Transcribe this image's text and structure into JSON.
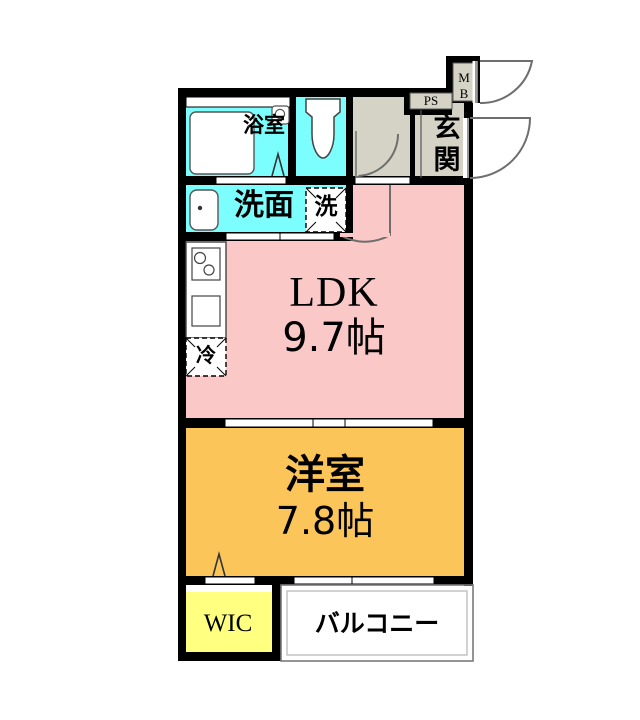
{
  "plan": {
    "type": "japanese-floor-plan",
    "title": "1LDK apartment floor plan",
    "colors": {
      "wall": "#000000",
      "ldk_fill": "#FBC8C8",
      "bedroom_fill": "#FBC559",
      "wet_area_fill": "#7DFEFE",
      "entrance_fill": "#D5D3C5",
      "wic_fill": "#FFFF80",
      "balcony_fill": "#FFFFFF",
      "kitchen_fill": "#FFFFFF",
      "door_arc": "#6E6E6E",
      "text": "#000000"
    },
    "rooms": [
      {
        "id": "ldk",
        "name": "LDK",
        "area_label": "9.7帖",
        "area_value": 9.7,
        "area_unit": "帖",
        "fill": "#FBC8C8"
      },
      {
        "id": "bedroom",
        "name": "洋室",
        "area_label": "7.8帖",
        "area_value": 7.8,
        "area_unit": "帖",
        "fill": "#FBC559"
      },
      {
        "id": "bathroom",
        "name": "浴室",
        "area_label": "",
        "fill": "#7DFEFE"
      },
      {
        "id": "washroom",
        "name": "洗面",
        "area_label": "",
        "fill": "#7DFEFE"
      },
      {
        "id": "toilet",
        "name": "",
        "area_label": "",
        "fill": "#7DFEFE"
      },
      {
        "id": "entrance",
        "name": "玄関",
        "area_label": "",
        "fill": "#D5D3C5"
      },
      {
        "id": "wic",
        "name": "WIC",
        "area_label": "",
        "fill": "#FFFF80"
      },
      {
        "id": "balcony",
        "name": "バルコニー",
        "area_label": "",
        "fill": "#FFFFFF"
      }
    ],
    "fixtures": [
      {
        "id": "washing-machine",
        "label": "洗",
        "style": "dashed-box"
      },
      {
        "id": "refrigerator",
        "label": "冷",
        "style": "dashed-box"
      },
      {
        "id": "meter-box",
        "label": "MB",
        "style": "boxed"
      },
      {
        "id": "pipe-shaft",
        "label": "PS",
        "style": "boxed"
      },
      {
        "id": "bathtub",
        "label": "",
        "style": "rounded-rect"
      },
      {
        "id": "toilet-bowl",
        "label": "",
        "style": "toilet"
      },
      {
        "id": "vanity-sink",
        "label": "",
        "style": "rounded-rect"
      },
      {
        "id": "gas-stove",
        "label": "",
        "style": "two-burner"
      },
      {
        "id": "kitchen-sink",
        "label": "",
        "style": "rect"
      }
    ],
    "labels": {
      "ldk_name": "LDK",
      "ldk_area": "9.7帖",
      "bedroom_name": "洋室",
      "bedroom_area": "7.8帖",
      "bathroom": "浴室",
      "washroom": "洗面",
      "washer": "洗",
      "fridge": "冷",
      "entrance": "玄関",
      "meter_box": "MB",
      "pipe_shaft": "PS",
      "wic": "WIC",
      "balcony": "バルコニー"
    }
  }
}
